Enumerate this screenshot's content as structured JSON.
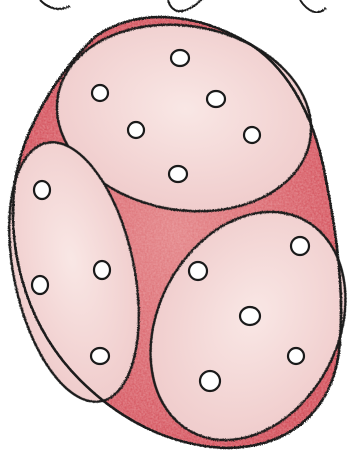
{
  "drawing": {
    "subject": "hand-drawn die",
    "colors": {
      "paper": "#ffffff",
      "outline": "#1a1a1a",
      "gap_fill": "#d24a55",
      "gap_fill_light": "#e78b8f",
      "face_fill": "#f6dede",
      "face_fill_edge": "#efcaca",
      "pip_fill": "#ffffff"
    },
    "faces": [
      {
        "name": "top-face",
        "pips": 6
      },
      {
        "name": "left-face",
        "pips": 4
      },
      {
        "name": "right-face",
        "pips": 5
      }
    ]
  }
}
